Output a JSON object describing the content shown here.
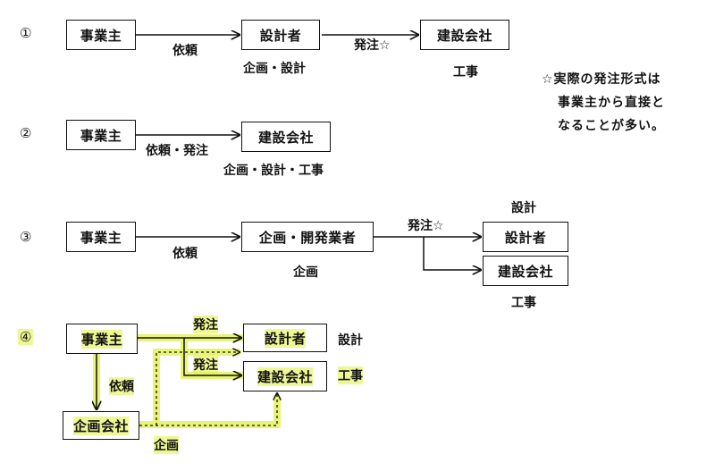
{
  "rows": {
    "r1": {
      "marker": "①",
      "owner": "事業主",
      "designer": "設計者",
      "contractor": "建設会社",
      "request_label": "依頼",
      "order_label": "発注☆",
      "designer_role": "企画・設計",
      "contractor_role": "工事"
    },
    "r2": {
      "marker": "②",
      "owner": "事業主",
      "contractor": "建設会社",
      "request_label": "依頼・発注",
      "contractor_role": "企画・設計・工事"
    },
    "r3": {
      "marker": "③",
      "owner": "事業主",
      "developer": "企画・開発業者",
      "designer": "設計者",
      "contractor": "建設会社",
      "request_label": "依頼",
      "order_label": "発注☆",
      "developer_role": "企画",
      "designer_role": "設計",
      "contractor_role": "工事"
    },
    "r4": {
      "marker": "④",
      "owner": "事業主",
      "planning_company": "企画会社",
      "designer": "設計者",
      "contractor": "建設会社",
      "order_label_1": "発注",
      "order_label_2": "発注",
      "request_label": "依頼",
      "planning_role": "企画",
      "designer_role": "設計",
      "contractor_role": "工事"
    }
  },
  "note": {
    "line1": "☆実際の発注形式は",
    "line2": "事業主から直接と",
    "line3": "なることが多い。"
  },
  "colors": {
    "highlight": "#dff03c",
    "line": "#111111"
  }
}
